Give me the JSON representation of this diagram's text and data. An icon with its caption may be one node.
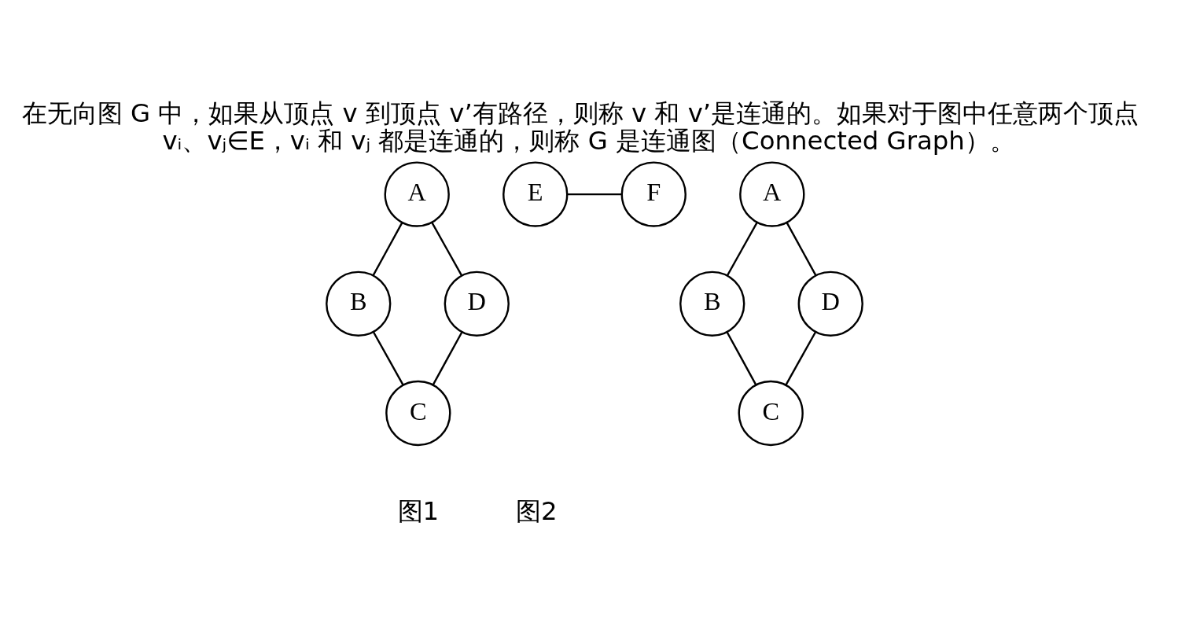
{
  "diagram": {
    "title": "在无向图 G 中，如果从顶点 v 到顶点 v’有路径，则称 v 和 v’是连通的。如果对于图中任意两个顶点 vᵢ、vⱼ∈E，vᵢ 和 vⱼ 都是连通的，则称 G 是连通图（Connected Graph）。",
    "nodes": [
      {
        "text": [
          "A"
        ]
      },
      {
        "text": [
          "B"
        ]
      },
      {
        "text": [
          "E"
        ]
      },
      {
        "text": [
          "F"
        ]
      },
      {
        "text": [
          "D"
        ]
      },
      {
        "text": [
          "C"
        ]
      },
      {
        "text": [
          "A"
        ]
      },
      {
        "text": [
          "B"
        ]
      },
      {
        "text": [
          "D"
        ]
      },
      {
        "text": [
          "C"
        ]
      }
    ],
    "edges": [
      {
        "from": 0,
        "to": 1,
        "arrow": "none"
      },
      {
        "from": 0,
        "to": 4,
        "arrow": "none"
      },
      {
        "from": 1,
        "to": 5,
        "arrow": "none"
      },
      {
        "from": 5,
        "to": 4,
        "arrow": "none"
      },
      {
        "from": 2,
        "to": 3,
        "arrow": "none"
      },
      {
        "from": 6,
        "to": 7,
        "arrow": "none"
      },
      {
        "from": 6,
        "to": 8,
        "arrow": "none"
      },
      {
        "from": 7,
        "to": 9,
        "arrow": "none"
      },
      {
        "from": 9,
        "to": 8,
        "arrow": "none"
      }
    ],
    "labels": [
      "图1",
      "图2"
    ]
  }
}
